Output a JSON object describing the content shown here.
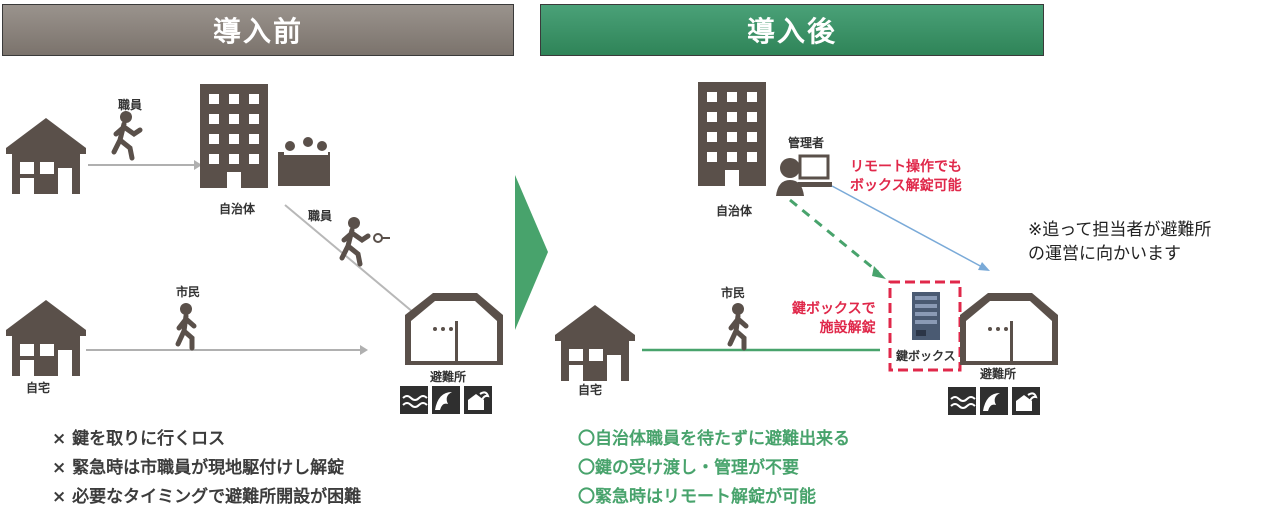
{
  "banners": {
    "before": "導入前",
    "after": "導入後"
  },
  "labels": {
    "staff_top": "職員",
    "staff_mid": "職員",
    "municipality_left": "自治体",
    "citizen_left": "市民",
    "home_left": "自宅",
    "shelter_left": "避難所",
    "manager": "管理者",
    "municipality_right": "自治体",
    "citizen_right": "市民",
    "home_right": "自宅",
    "shelter_right": "避難所",
    "keybox": "鍵ボックス"
  },
  "callouts": {
    "remote_line1": "リモート操作でも",
    "remote_line2": "ボックス解錠可能",
    "keybox_line1": "鍵ボックスで",
    "keybox_line2": "施設解錠"
  },
  "note": {
    "line1": "※追って担当者が避難所",
    "line2": "の運営に向かいます"
  },
  "before_points": [
    "× 鍵を取りに行くロス",
    "× 緊急時は市職員が現地駆付けし解錠",
    "× 必要なタイミングで避難所開設が困難"
  ],
  "after_points": [
    "〇自治体職員を待たずに避難出来る",
    "〇鍵の受け渡し・管理が不要",
    "〇緊急時はリモート解錠が可能"
  ],
  "colors": {
    "icon": "#5a504a",
    "before_banner": "#8a827b",
    "after_banner": "#3a8e65",
    "green": "#48a36c",
    "red": "#e0284a",
    "arrow_blue": "#7aaad8"
  }
}
